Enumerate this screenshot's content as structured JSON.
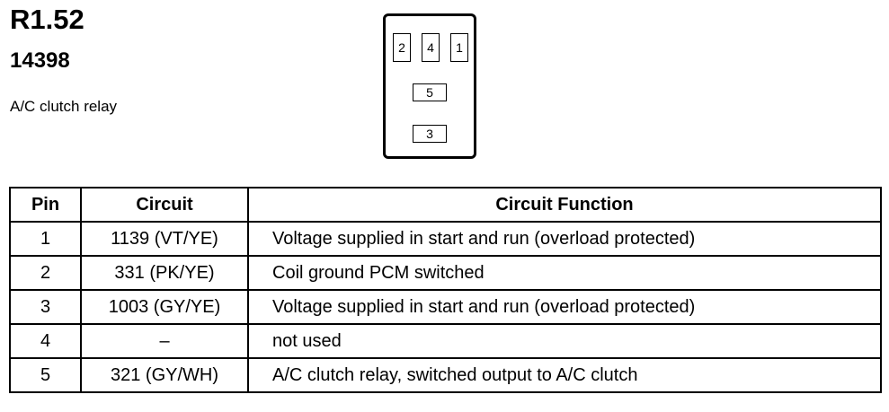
{
  "header": {
    "component_id": "R1.52",
    "part_number": "14398",
    "description": "A/C clutch relay"
  },
  "connector": {
    "pins": [
      "2",
      "4",
      "1",
      "5",
      "3"
    ]
  },
  "table": {
    "columns": [
      "Pin",
      "Circuit",
      "Circuit Function"
    ],
    "rows": [
      {
        "pin": "1",
        "circuit": "1139 (VT/YE)",
        "function": "Voltage supplied in start and run (overload protected)"
      },
      {
        "pin": "2",
        "circuit": "331 (PK/YE)",
        "function": "Coil ground PCM switched"
      },
      {
        "pin": "3",
        "circuit": "1003 (GY/YE)",
        "function": "Voltage supplied in start and run (overload protected)"
      },
      {
        "pin": "4",
        "circuit": "–",
        "function": "not used"
      },
      {
        "pin": "5",
        "circuit": "321 (GY/WH)",
        "function": "A/C clutch relay, switched output to A/C clutch"
      }
    ]
  }
}
